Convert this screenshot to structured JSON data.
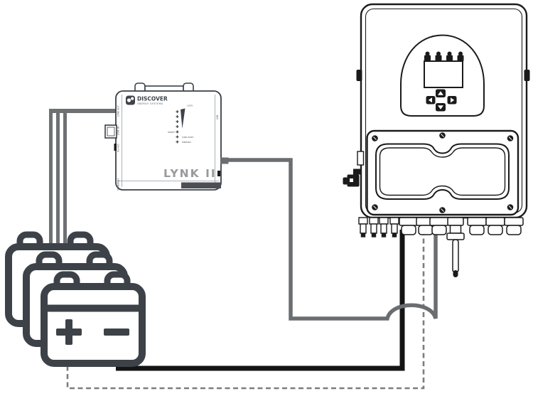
{
  "lynk_gateway": {
    "brand": "DISCOVER",
    "brand_tagline": "ENERGY SYSTEMS",
    "model": "LYNK II",
    "faceplate": {
      "soc_top_label": "100%",
      "reset_label": "RESET",
      "lynk_port_label": "LYNK PORT",
      "memory_label": "MEMORY"
    },
    "edge_ports_left": [
      "LYNK OUT",
      "LYNK IN",
      "RS-485",
      "ETHERNET"
    ],
    "edge_ports_right": [
      "USB"
    ]
  },
  "battery_bank": {
    "count": 3,
    "positive_symbol": "+",
    "negative_symbol": "-"
  },
  "connections": {
    "battery_comm_wires": "3 gray wires, battery bank to LYNK II left edge",
    "gateway_network_cable": "gray cable, LYNK II right edge to inverter gland, hops over other cables",
    "battery_power_cable": "black cable, battery bank to inverter gland",
    "battery_sense_cable": "dashed gray cable, battery bank to inverter gland"
  },
  "colors": {
    "background": "#ffffff",
    "wire_comm_gray": "#6e7174",
    "cable_battery_black": "#141414",
    "cable_sense_dashed": "#7d7d7d",
    "battery_icon": "#3d4249",
    "inverter_line": "#1b1b1b",
    "lynk_line": "#3a3f45",
    "lynk_wordmark": "#97999c",
    "lynk_accent_bar": "#4b4f55"
  }
}
